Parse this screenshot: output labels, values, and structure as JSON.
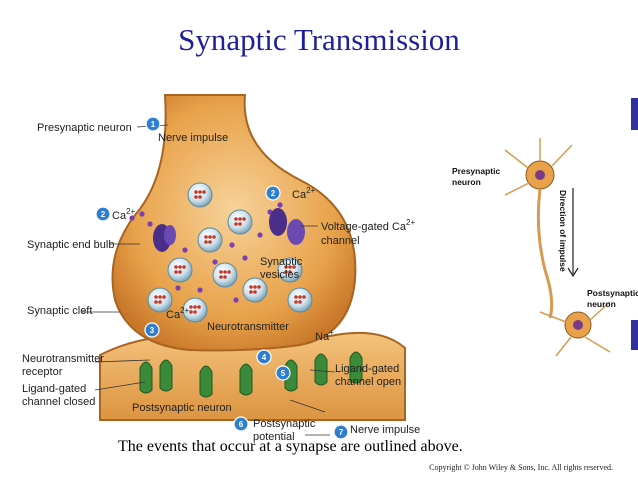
{
  "title": "Synaptic Transmission",
  "caption": "The events that occur at a synapse are outlined above.",
  "copyright": "Copyright © John Wiley & Sons, Inc. All rights reserved.",
  "labels": {
    "presynaptic_neuron": "Presynaptic neuron",
    "nerve_impulse_top": "Nerve impulse",
    "ca_top": "Ca",
    "ca_left": "Ca",
    "ca_mid": "Ca",
    "ca_superscript": "2+",
    "synaptic_end_bulb": "Synaptic end bulb",
    "voltage_gated_1": "Voltage-gated Ca",
    "voltage_gated_2": "channel",
    "synaptic_vesicles_1": "Synaptic",
    "synaptic_vesicles_2": "vesicles",
    "synaptic_cleft": "Synaptic cleft",
    "neurotransmitter": "Neurotransmitter",
    "na": "Na",
    "na_superscript": "+",
    "nt_receptor_1": "Neurotransmitter",
    "nt_receptor_2": "receptor",
    "ligand_closed_1": "Ligand-gated",
    "ligand_closed_2": "channel closed",
    "ligand_open_1": "Ligand-gated",
    "ligand_open_2": "channel open",
    "postsynaptic_neuron": "Postsynaptic neuron",
    "postsynaptic_potential_1": "Postsynaptic",
    "postsynaptic_potential_2": "potential",
    "nerve_impulse_bottom": "Nerve impulse"
  },
  "steps": [
    "1",
    "2",
    "2",
    "3",
    "4",
    "5",
    "6",
    "7"
  ],
  "inset": {
    "presynaptic_1": "Presynaptic",
    "presynaptic_2": "neuron",
    "postsynaptic_1": "Postsynaptic",
    "postsynaptic_2": "neuron",
    "direction": "Direction of impulse"
  },
  "colors": {
    "title": "#1f1f9a",
    "accent_bar": "#3030a0",
    "neuron_fill": "#e8a24a",
    "step_badge": "#2f7fd0"
  }
}
